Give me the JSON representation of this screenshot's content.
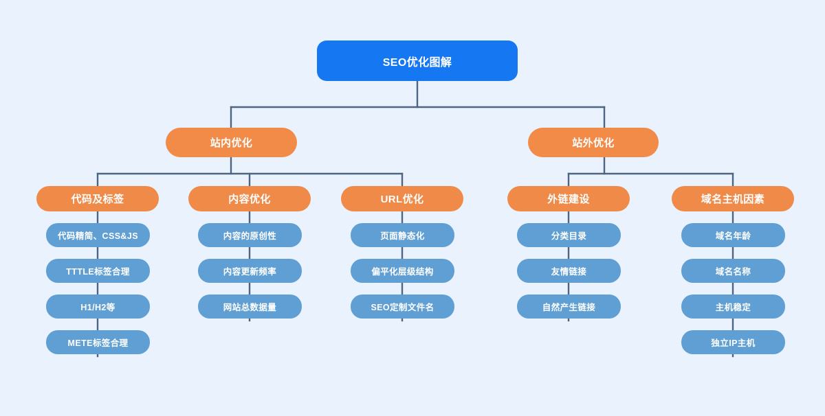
{
  "diagram": {
    "title": "SEO优化图解",
    "background_color": "#eaf3fd",
    "colors": {
      "root": "#1677f2",
      "branch": "#f28b47",
      "category": "#f08a48",
      "leaf": "#5f9fd3",
      "connector": "#4d6580",
      "text": "#ffffff"
    },
    "root": {
      "label": "SEO优化图解"
    },
    "branches": [
      {
        "label": "站内优化",
        "categories": [
          {
            "label": "代码及标签",
            "leaves": [
              {
                "label": "代码精简、CSS&JS"
              },
              {
                "label": "TTTLE标签合理"
              },
              {
                "label": "H1/H2等"
              },
              {
                "label": "METE标签合理"
              }
            ]
          },
          {
            "label": "内容优化",
            "leaves": [
              {
                "label": "内容的原创性"
              },
              {
                "label": "内容更新频率"
              },
              {
                "label": "网站总数据量"
              }
            ]
          },
          {
            "label": "URL优化",
            "leaves": [
              {
                "label": "页面静态化"
              },
              {
                "label": "偏平化层级结构"
              },
              {
                "label": "SEO定制文件名"
              }
            ]
          }
        ]
      },
      {
        "label": "站外优化",
        "categories": [
          {
            "label": "外链建设",
            "leaves": [
              {
                "label": "分类目录"
              },
              {
                "label": "友情链接"
              },
              {
                "label": "自然产生链接"
              }
            ]
          },
          {
            "label": "域名主机因素",
            "leaves": [
              {
                "label": "域名年龄"
              },
              {
                "label": "域名名称"
              },
              {
                "label": "主机稳定"
              },
              {
                "label": "独立IP主机"
              }
            ]
          }
        ]
      }
    ]
  }
}
